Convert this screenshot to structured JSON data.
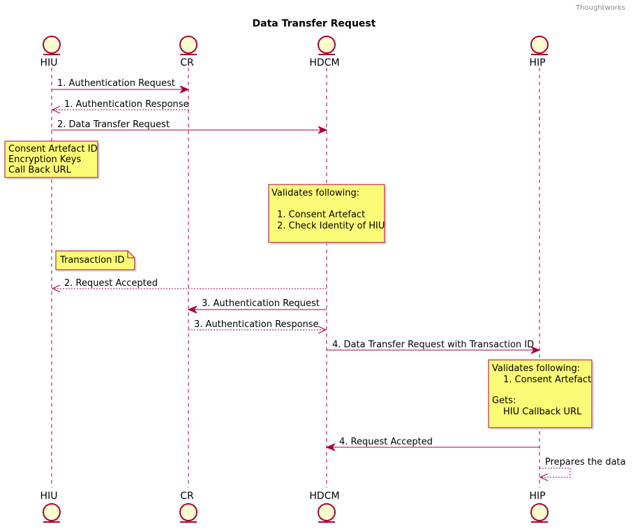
{
  "watermark": "Thoughtworks",
  "title": "Data Transfer Request",
  "actors": [
    "HIU",
    "CR",
    "HDCM",
    "HIP"
  ],
  "messages": [
    {
      "label": "1. Authentication Request"
    },
    {
      "label": "1. Authentication Response"
    },
    {
      "label": "2. Data Transfer Request"
    },
    {
      "label": "2. Request Accepted"
    },
    {
      "label": "3. Authentication Request"
    },
    {
      "label": "3. Authentication Response"
    },
    {
      "label": "4. Data Transfer Request with Transaction ID"
    },
    {
      "label": "4. Request Accepted"
    },
    {
      "label": "Prepares the data"
    }
  ],
  "notes": {
    "hiu_params": [
      "Consent Artefact ID",
      "Encryption Keys",
      "Call Back URL"
    ],
    "hdcm_validate": [
      "Validates following:",
      "",
      "1. Consent Artefact",
      "2. Check Identity of HIU"
    ],
    "transaction": [
      "Transaction ID"
    ],
    "hip_validate": [
      "Validates following:",
      "1. Consent Artefact",
      "",
      "Gets:",
      "HIU Callback URL"
    ]
  }
}
